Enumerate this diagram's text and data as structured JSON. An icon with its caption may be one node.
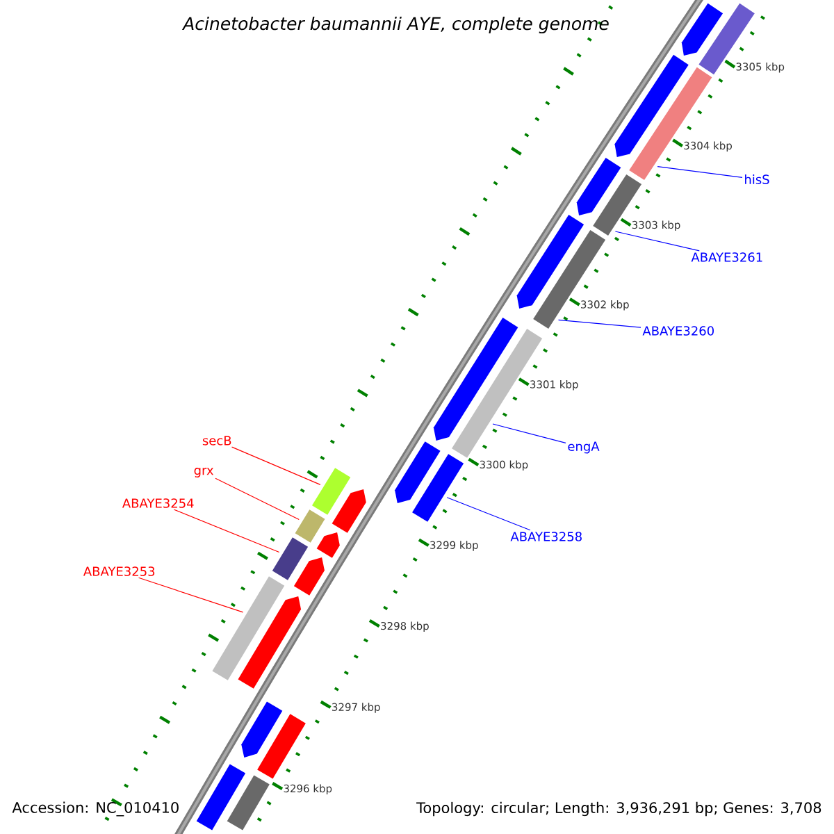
{
  "diagram": {
    "title": "Acinetobacter baumannii AYE, complete genome",
    "nodes": [
      {
        "text": [
          "hisS"
        ]
      },
      {
        "text": [],
        "shape": "bar"
      },
      {
        "text": [
          "ABAYE3261"
        ]
      },
      {
        "text": [],
        "shape": "bar"
      },
      {
        "text": [
          "ABAYE3260"
        ]
      },
      {
        "text": [],
        "shape": "bar"
      },
      {
        "text": [
          "secB"
        ]
      },
      {
        "text": [],
        "shape": "bar"
      },
      {
        "text": [
          "engA"
        ]
      },
      {
        "text": [],
        "shape": "bar"
      },
      {
        "text": [
          "grx"
        ]
      },
      {
        "text": [],
        "shape": "bar"
      },
      {
        "text": [
          "ABAYE3254"
        ]
      },
      {
        "text": [],
        "shape": "bar"
      },
      {
        "text": [
          "ABAYE3258"
        ]
      },
      {
        "text": [],
        "shape": "bar"
      },
      {
        "text": [
          "ABAYE3253"
        ]
      },
      {
        "text": [],
        "shape": "bar"
      },
      {
        "text": [],
        "shape": "bar"
      },
      {
        "text": [],
        "shape": "bar"
      },
      {
        "text": [],
        "shape": "bar"
      },
      {
        "text": [],
        "shape": "bar"
      },
      {
        "text": [],
        "shape": "bar"
      },
      {
        "text": [],
        "shape": "bar"
      },
      {
        "text": [],
        "shape": "bar"
      },
      {
        "text": [],
        "shape": "bar"
      },
      {
        "text": [],
        "shape": "bar"
      },
      {
        "text": [],
        "shape": "bar"
      },
      {
        "text": [],
        "shape": "bar"
      },
      {
        "text": [],
        "shape": "bar"
      },
      {
        "text": [],
        "shape": "bar"
      },
      {
        "text": [],
        "shape": "bar"
      },
      {
        "text": [],
        "shape": "bar"
      }
    ],
    "edges": [
      {
        "from": 0,
        "to": 1,
        "arrow": "none"
      },
      {
        "from": 2,
        "to": 3,
        "arrow": "none"
      },
      {
        "from": 4,
        "to": 5,
        "arrow": "none"
      },
      {
        "from": 6,
        "to": 7,
        "arrow": "none",
        "color": "#ff0000"
      },
      {
        "from": 8,
        "to": 9,
        "arrow": "none"
      },
      {
        "from": 10,
        "to": 11,
        "arrow": "none",
        "color": "#ff0000"
      },
      {
        "from": 12,
        "to": 13,
        "arrow": "none",
        "color": "#ff0000"
      },
      {
        "from": 14,
        "to": 15,
        "arrow": "none"
      },
      {
        "from": 16,
        "to": 17,
        "arrow": "none",
        "color": "#ff0000"
      }
    ],
    "labels": [
      "3305 kbp",
      "3304 kbp",
      "3303 kbp",
      "3302 kbp",
      "3301 kbp",
      "3300 kbp",
      "3299 kbp",
      "3298 kbp",
      "3297 kbp",
      "3296 kbp",
      "Accession: NC_010410",
      "Topology: circular; Length: 3,936,291 bp; Genes: 3,708"
    ]
  }
}
